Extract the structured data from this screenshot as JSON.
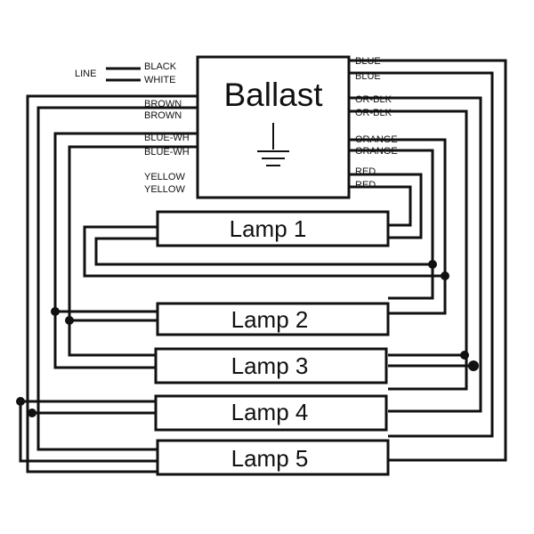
{
  "ballast": {
    "title": "Ballast",
    "ground_symbol": "ground-icon"
  },
  "left_labels": {
    "line": "LINE",
    "black": "BLACK",
    "white": "WHITE",
    "brown_1": "BROWN",
    "brown_2": "BROWN",
    "blue_wh_1": "BLUE-WH",
    "blue_wh_2": "BLUE-WH",
    "yellow_1": "YELLOW",
    "yellow_2": "YELLOW"
  },
  "right_labels": {
    "blue_1": "BLUE",
    "blue_2": "BLUE",
    "or_blk_1": "OR-BLK",
    "or_blk_2": "OR-BLK",
    "orange_1": "ORANGE",
    "orange_2": "ORANGE",
    "red_1": "RED",
    "red_2": "RED"
  },
  "lamps": [
    "Lamp 1",
    "Lamp 2",
    "Lamp 3",
    "Lamp 4",
    "Lamp 5"
  ]
}
